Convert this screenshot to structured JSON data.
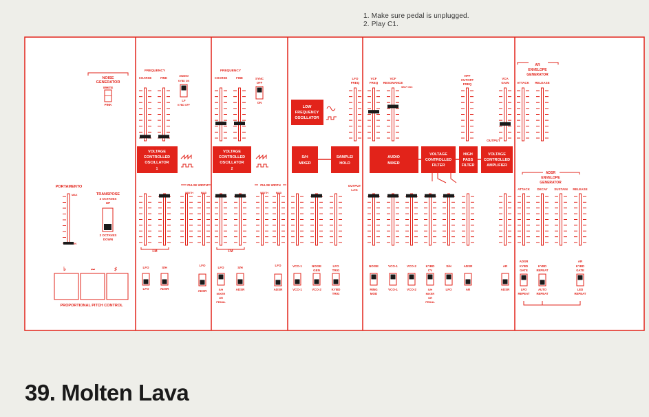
{
  "instructions": [
    "1. Make sure pedal is unplugged.",
    "2. Play C1."
  ],
  "patch_title": "39. Molten Lava",
  "colors": {
    "red": "#e2231a",
    "background": "#eeeee9",
    "panel": "#ffffff"
  },
  "sections": {
    "noise_generator": {
      "title_l1": "NOISE",
      "title_l2": "GENERATOR",
      "white": "WHITE",
      "pink": "PINK"
    },
    "portamento": {
      "label": "PORTAMENTO",
      "max": "MAX",
      "min": "MIN"
    },
    "transpose": {
      "label": "TRANSPOSE",
      "up_l1": "2 OCTAVES",
      "up_l2": "UP",
      "down_l1": "2 OCTAVES",
      "down_l2": "DOWN"
    },
    "pitch_control": {
      "label": "PROPORTIONAL PITCH CONTROL",
      "flat": "♭",
      "sharp": "♯",
      "wave": "∼"
    },
    "vco1": {
      "frequency": "FREQUENCY",
      "coarse": "COARSE",
      "fine": "FINE",
      "audio": "AUDIO",
      "kybd_on": "KYBD ON",
      "lf": "LF",
      "kybd_off": "KYBD OFF",
      "box_l1": "VOLTAGE",
      "box_l2": "CONTROLLED",
      "box_l3": "OSCILLATOR",
      "box_num": "1",
      "pulse_width": "PULSE WIDTH",
      "width": "WIDTH",
      "mod": "MOD",
      "fm": "FM",
      "sw1_top": "LFO",
      "sw1_bot": "LFO",
      "sw2_top": "S/H",
      "sw2_bot": "ADSR",
      "sw3_top": "LFO",
      "sw3_bot": "ADSR"
    },
    "vco2": {
      "frequency": "FREQUENCY",
      "coarse": "COARSE",
      "fine": "FINE",
      "sync_l1": "SYNC",
      "sync_l2": "OFF",
      "sync_on": "ON",
      "box_l1": "VOLTAGE",
      "box_l2": "CONTROLLED",
      "box_l3": "OSCILLATOR",
      "box_num": "2",
      "pulse_width": "PULSE WIDTH",
      "width": "WIDTH",
      "mod": "MOD",
      "fm": "FM",
      "sw1_top": "LFO",
      "sw1_bot_l1": "S/H",
      "sw1_bot_l2": "MIXER",
      "sw1_bot_l3": "OR",
      "sw1_bot_l4": "PEDAL",
      "sw2_top": "S/H",
      "sw2_bot": "ADSR",
      "sw3_top": "LFO",
      "sw3_bot": "ADSR"
    },
    "lfo": {
      "box_l1": "LOW",
      "box_l2": "FREQUENCY",
      "box_l3": "OSCILLATOR",
      "freq_l1": "LFO",
      "freq_l2": "FREQ",
      "sh_l1": "S/H",
      "sh_l2": "MIXER",
      "sample_l1": "SAMPLE/",
      "sample_l2": "HOLD",
      "output_l1": "OUTPUT",
      "output_l2": "LAG",
      "sw1_top": "VCO-1",
      "sw1_bot": "VCO-1",
      "sw2_top_l1": "NOISE",
      "sw2_top_l2": "GEN",
      "sw2_bot": "VCO-2",
      "sw3_top_l1": "LFO",
      "sw3_top_l2": "TRIG",
      "sw3_bot_l1": "KYBD",
      "sw3_bot_l2": "TRIG"
    },
    "mixer": {
      "vcf_freq_l1": "VCF",
      "vcf_freq_l2": "FREQ",
      "vcf_res_l1": "VCF",
      "vcf_res_l2": "RESONANCE",
      "self_osc": "SELF OSC",
      "hpf_l1": "HPF",
      "hpf_l2": "CUTOFF",
      "hpf_l3": "FREQ",
      "audio_l1": "AUDIO",
      "audio_l2": "MIXER",
      "vcf_l1": "VOLTAGE",
      "vcf_l2": "CONTROLLED",
      "vcf_l3": "FILTER",
      "hpf_box_l1": "HIGH",
      "hpf_box_l2": "PASS",
      "hpf_box_l3": "FILTER",
      "sw1_top": "NOISE",
      "sw1_bot_l1": "RING",
      "sw1_bot_l2": "MOD",
      "sw2_top": "VCO-1",
      "sw2_bot": "VCO-1",
      "sw3_top": "VCO-2",
      "sw3_bot": "VCO-2",
      "sw4_top_l1": "KYBD",
      "sw4_top_l2": "CV",
      "sw4_bot_l1": "S/H",
      "sw4_bot_l2": "MIXER",
      "sw4_bot_l3": "OR",
      "sw4_bot_l4": "PEDAL",
      "sw5_top": "S/H",
      "sw5_bot": "LFO",
      "sw6_top": "ADSR",
      "sw6_bot": "AR"
    },
    "vca": {
      "gain_l1": "VCA",
      "gain_l2": "GAIN",
      "output": "OUTPUT",
      "box_l1": "VOLTAGE",
      "box_l2": "CONTROLLED",
      "box_l3": "AMPLIFIER",
      "sw_top": "AR",
      "sw_bot": "ADSR"
    },
    "envelopes": {
      "ar_title_l1": "AR",
      "ar_title_l2": "ENVELOPE",
      "ar_title_l3": "GENERATOR",
      "attack": "ATTACK",
      "release": "RELEASE",
      "adsr_title_l1": "ADSR",
      "adsr_title_l2": "ENVELOPE",
      "adsr_title_l3": "GENERATOR",
      "decay": "DECAY",
      "sustain": "SUSTAIN",
      "adsr_lbl": "ADSR",
      "kybd_gate_l1": "KYBD",
      "kybd_gate_l2": "GATE",
      "lfo_repeat_l1": "LFO",
      "lfo_repeat_l2": "REPEAT",
      "kybd_repeat_l1": "KYBD",
      "kybd_repeat_l2": "REPEAT",
      "auto_repeat_l1": "AUTO",
      "auto_repeat_l2": "REPEAT",
      "ar_lbl": "AR",
      "kybd_gate2_l1": "KYBD",
      "kybd_gate2_l2": "GATE",
      "led_repeat_l1": "LED",
      "led_repeat_l2": "REPEAT"
    }
  }
}
